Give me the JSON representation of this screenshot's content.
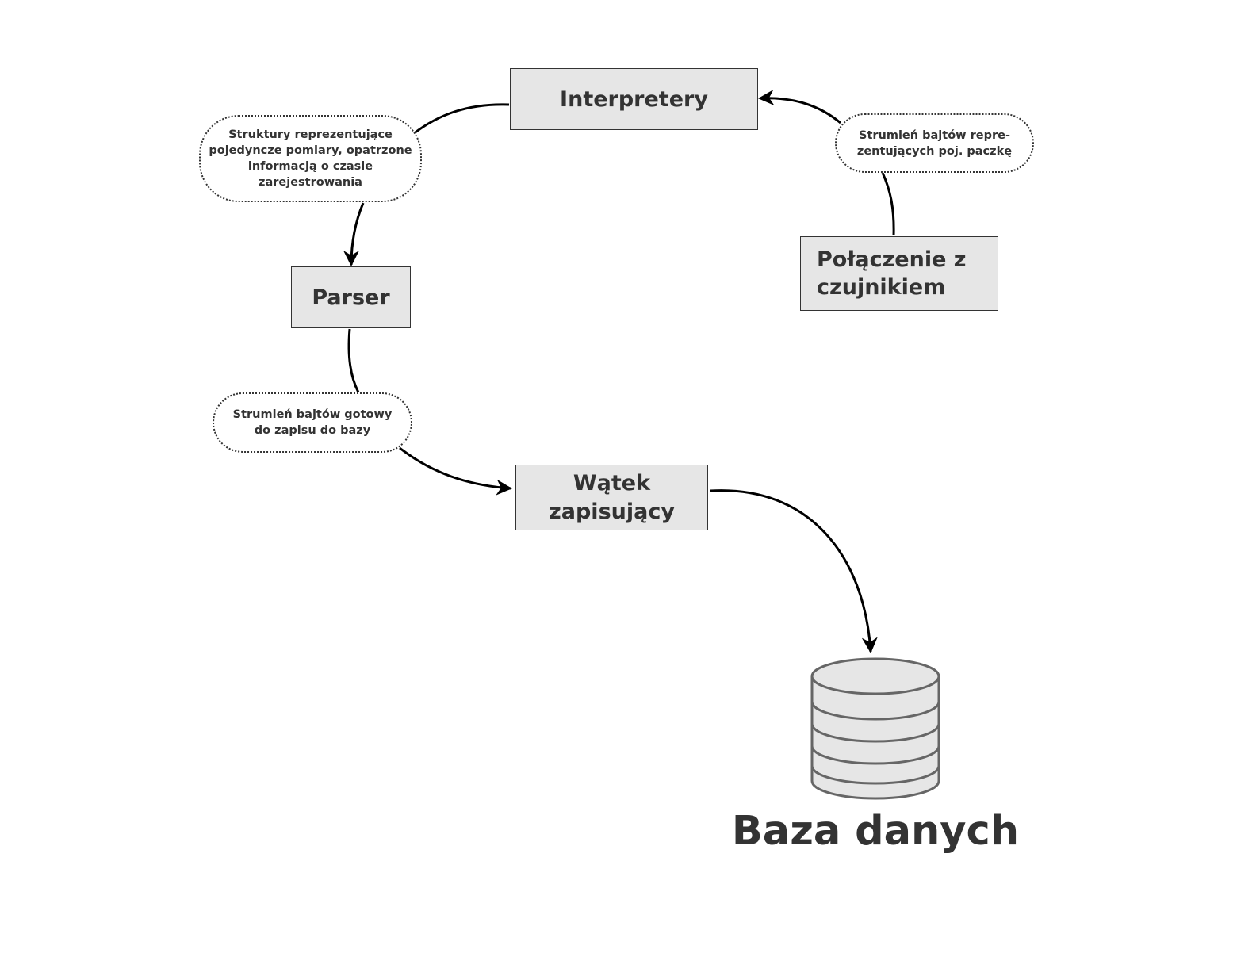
{
  "nodes": {
    "interpretery": {
      "label": "Interpretery"
    },
    "parser": {
      "label": "Parser"
    },
    "polaczenie": {
      "label": "Połączenie z\nczujnikiem"
    },
    "watek": {
      "label": "Wątek\nzapisujący"
    },
    "database": {
      "label": "Baza danych",
      "icon": "database-icon"
    }
  },
  "edge_labels": {
    "struktury": {
      "text": "Struktury reprezentujące\npojedyncze pomiary, opatrzone\ninformacją o czasie\nzarejestrowania"
    },
    "bajty_paczka": {
      "text": "Strumień bajtów repre-\nzentujących poj. paczkę"
    },
    "bajty_gotowy": {
      "text": "Strumień bajtów gotowy\ndo zapisu do bazy"
    }
  },
  "colors": {
    "box_fill": "#e6e6e6",
    "stroke": "#333333",
    "text": "#333333",
    "db_fill": "#e6e6e6",
    "db_stroke": "#666666",
    "arrow": "#000000"
  }
}
